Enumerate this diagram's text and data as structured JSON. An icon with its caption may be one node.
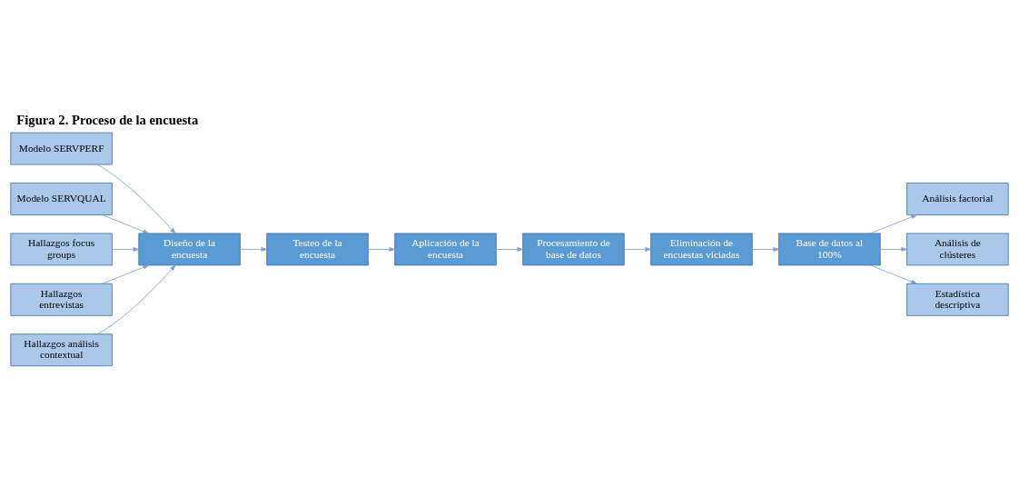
{
  "diagram": {
    "title": "Figura 2. Proceso de la encuesta",
    "nodes": [
      {
        "text": [
          "Modelo SERVPERF"
        ]
      },
      {
        "text": [
          "Modelo SERVQUAL"
        ]
      },
      {
        "text": [
          "Hallazgos focus groups"
        ]
      },
      {
        "text": [
          "Hallazgos entrevistas"
        ]
      },
      {
        "text": [
          "Hallazgos análisis contextual"
        ]
      },
      {
        "text": [
          "Diseño de la encuesta"
        ]
      },
      {
        "text": [
          "Testeo de la encuesta"
        ]
      },
      {
        "text": [
          "Aplicación de la encuesta"
        ]
      },
      {
        "text": [
          "Procesamiento de base de datos"
        ]
      },
      {
        "text": [
          "Eliminación de encuestas viciadas"
        ]
      },
      {
        "text": [
          "Base de datos al 100%"
        ]
      },
      {
        "text": [
          "Análisis factorial"
        ]
      },
      {
        "text": [
          "Análisis de clústeres"
        ]
      },
      {
        "text": [
          "Estadística descriptiva"
        ]
      }
    ],
    "edges": [
      {
        "from": 0,
        "to": 5,
        "arrow": "to"
      },
      {
        "from": 1,
        "to": 5,
        "arrow": "to"
      },
      {
        "from": 2,
        "to": 5,
        "arrow": "to"
      },
      {
        "from": 3,
        "to": 5,
        "arrow": "to"
      },
      {
        "from": 4,
        "to": 5,
        "arrow": "to"
      },
      {
        "from": 5,
        "to": 6,
        "arrow": "to"
      },
      {
        "from": 6,
        "to": 7,
        "arrow": "to"
      },
      {
        "from": 7,
        "to": 8,
        "arrow": "to"
      },
      {
        "from": 8,
        "to": 9,
        "arrow": "to"
      },
      {
        "from": 9,
        "to": 10,
        "arrow": "to"
      },
      {
        "from": 10,
        "to": 11,
        "arrow": "to"
      },
      {
        "from": 10,
        "to": 12,
        "arrow": "to"
      },
      {
        "from": 10,
        "to": 13,
        "arrow": "to"
      }
    ]
  }
}
